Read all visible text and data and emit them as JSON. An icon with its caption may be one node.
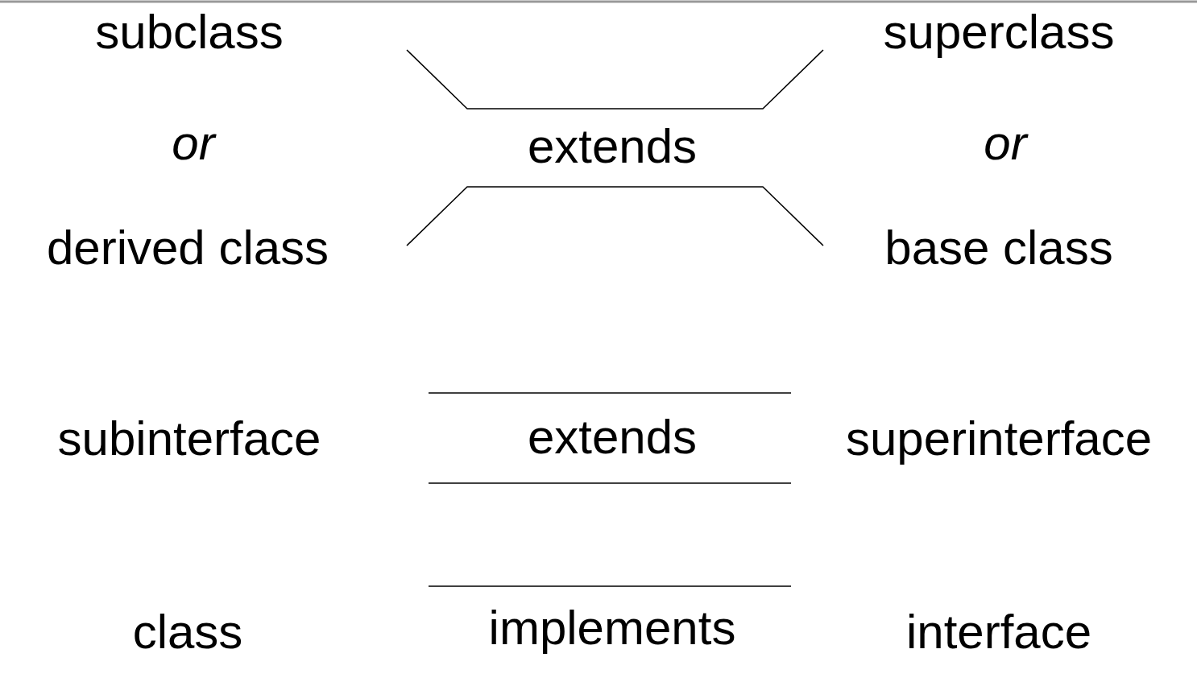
{
  "diagram": {
    "labels": [
      "subclass",
      "superclass",
      "or",
      "extends",
      "or",
      "derived class",
      "base class",
      "subinterface",
      "extends",
      "superinterface",
      "class",
      "implements",
      "interface"
    ]
  }
}
